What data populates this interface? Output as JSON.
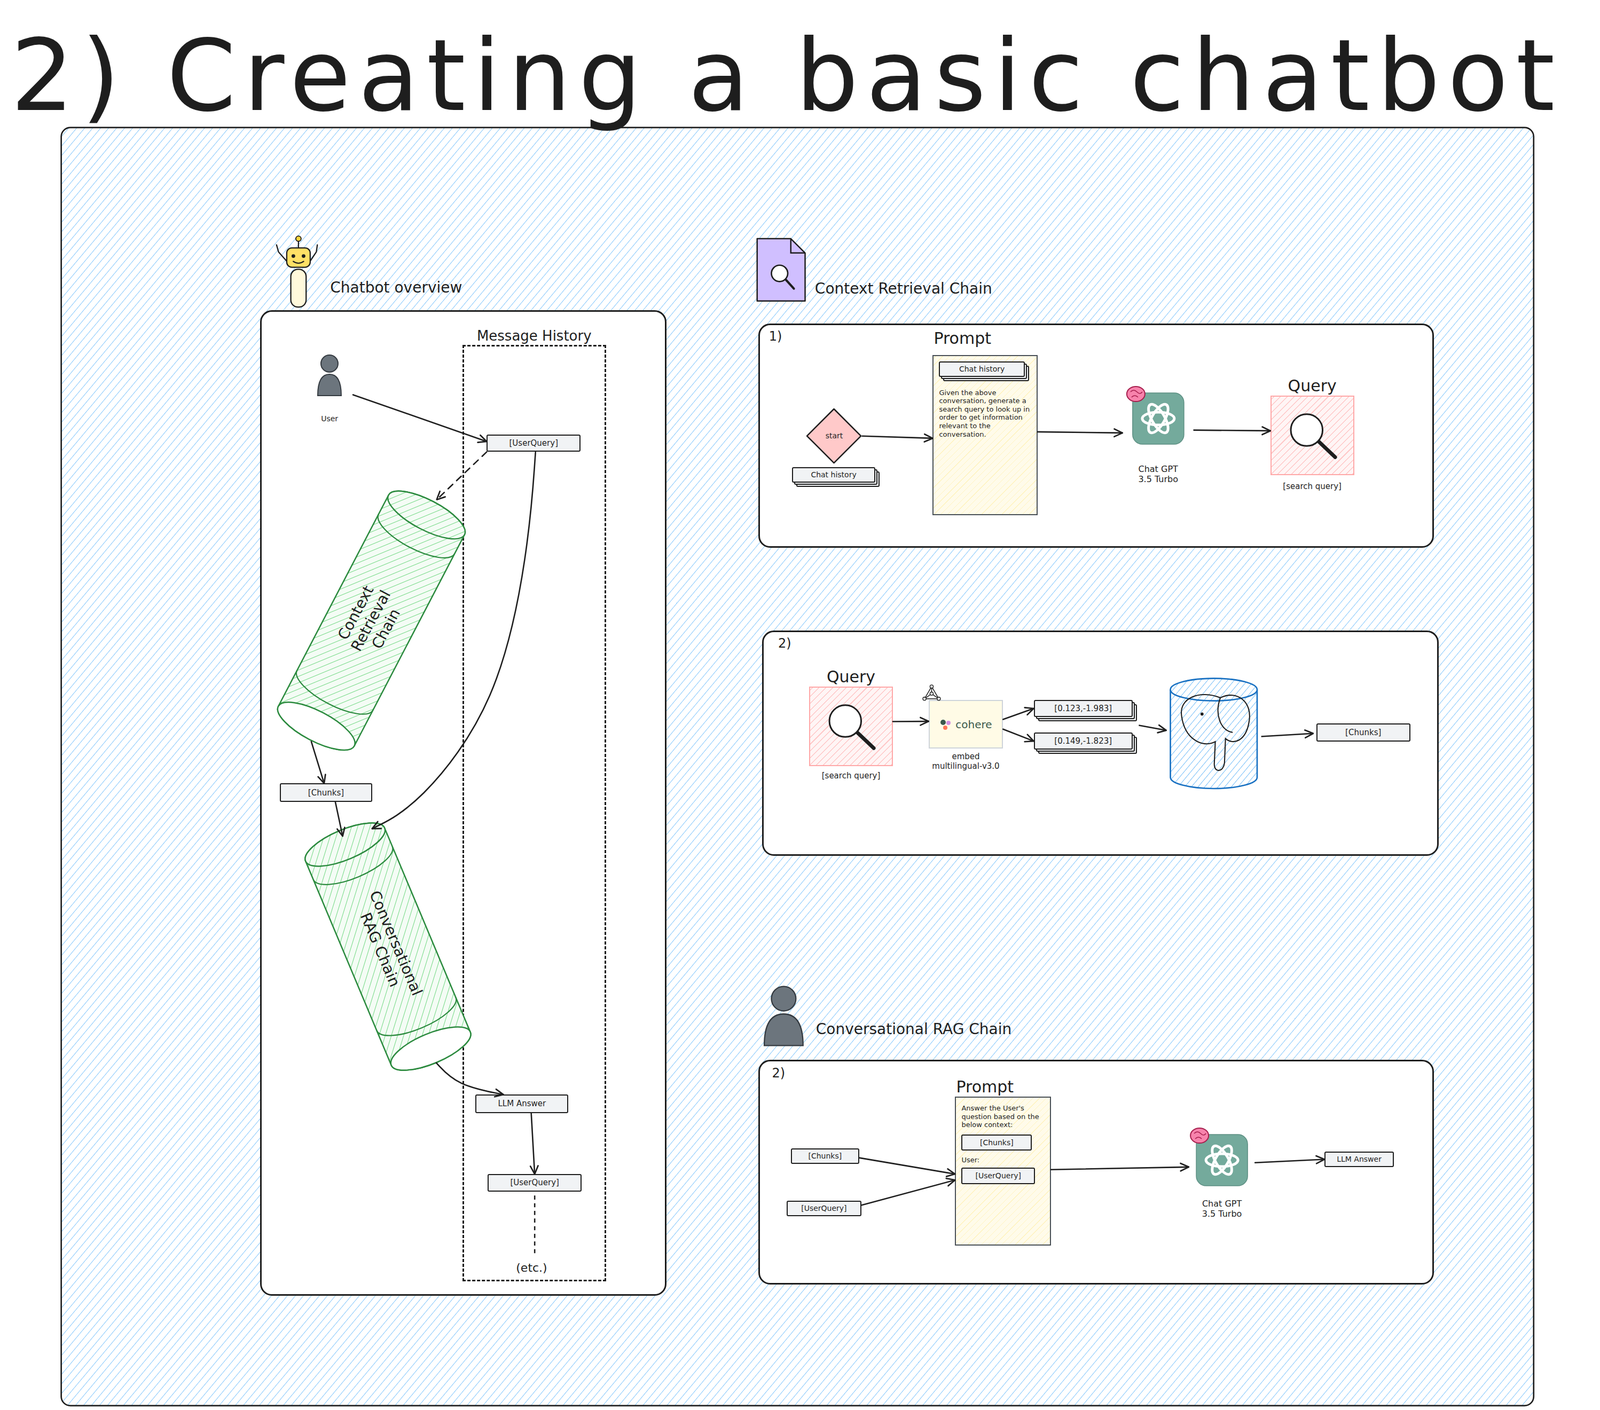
{
  "diagram": {
    "title": "2) Creating a basic chatbot",
    "nodes": [
      {
        "text": [
          "Chatbot overview"
        ]
      },
      {
        "text": [
          "Message History"
        ],
        "in": 0
      },
      {
        "text": [
          "User"
        ],
        "in": 0
      },
      {
        "text": [
          "[UserQuery]"
        ],
        "in": 1
      },
      {
        "text": [
          "Context Retrieval Chain"
        ],
        "in": 0
      },
      {
        "text": [
          "[Chunks]"
        ],
        "in": 0
      },
      {
        "text": [
          "Conversational RAG Chain"
        ],
        "in": 0
      },
      {
        "text": [
          "LLM Answer"
        ],
        "in": 1
      },
      {
        "text": [
          "[UserQuery]"
        ],
        "in": 1
      },
      {
        "text": [
          "Context Retrieval Chain",
          "1)"
        ]
      },
      {
        "text": [
          "start"
        ],
        "in": 9
      },
      {
        "text": [
          "Chat history"
        ],
        "in": 9
      },
      {
        "text": [
          "Prompt",
          "Given the above conversation, generate a search query to look up in order to get information relevant to the conversation."
        ],
        "in": 9
      },
      {
        "text": [
          "Chat history"
        ],
        "in": 12
      },
      {
        "text": [
          "Chat GPT 3.5 Turbo"
        ],
        "in": 9
      },
      {
        "text": [
          "Query",
          "[search query]"
        ],
        "in": 9
      },
      {
        "text": [
          "2)"
        ]
      },
      {
        "text": [
          "Query",
          "[search query]"
        ],
        "in": 16
      },
      {
        "text": [
          "cohere",
          "embed multilingual-v3.0"
        ],
        "in": 16
      },
      {
        "text": [
          "[0.123,-1.983]"
        ],
        "in": 16
      },
      {
        "text": [
          "[0.149,-1.823]"
        ],
        "in": 16
      },
      {
        "text": [
          "[Chunks]"
        ],
        "in": 16
      },
      {
        "text": [
          "Conversational RAG Chain",
          "2)"
        ]
      },
      {
        "text": [
          "[Chunks]"
        ],
        "in": 22
      },
      {
        "text": [
          "[UserQuery]"
        ],
        "in": 22
      },
      {
        "text": [
          "Prompt",
          "Answer the User's question based on the below context:",
          "User:"
        ],
        "in": 22
      },
      {
        "text": [
          "[Chunks]"
        ],
        "in": 25
      },
      {
        "text": [
          "[UserQuery]"
        ],
        "in": 25
      },
      {
        "text": [
          "Chat GPT 3.5 Turbo"
        ],
        "in": 22
      },
      {
        "text": [
          "LLM Answer"
        ],
        "in": 22
      }
    ],
    "edges": [
      {
        "from": 2,
        "to": 3,
        "arrow": "to"
      },
      {
        "from": 3,
        "to": 4,
        "arrow": "to"
      },
      {
        "from": 3,
        "to": 6,
        "arrow": "to"
      },
      {
        "from": 4,
        "to": 5,
        "arrow": "to"
      },
      {
        "from": 5,
        "to": 6,
        "arrow": "to"
      },
      {
        "from": 6,
        "to": 7,
        "arrow": "to"
      },
      {
        "from": 7,
        "to": 8,
        "arrow": "to"
      },
      {
        "from": 10,
        "to": 12,
        "arrow": "to"
      },
      {
        "from": 12,
        "to": 14,
        "arrow": "to"
      },
      {
        "from": 14,
        "to": 15,
        "arrow": "to"
      },
      {
        "from": 17,
        "to": 18,
        "arrow": "to"
      },
      {
        "from": 18,
        "to": 19,
        "arrow": "to"
      },
      {
        "from": 18,
        "to": 20,
        "arrow": "to"
      },
      {
        "from": 23,
        "to": 25,
        "arrow": "to"
      },
      {
        "from": 24,
        "to": 25,
        "arrow": "to"
      },
      {
        "from": 25,
        "to": 28,
        "arrow": "to"
      },
      {
        "from": 28,
        "to": 29,
        "arrow": "to"
      }
    ],
    "labels": [
      "(etc.)"
    ]
  }
}
